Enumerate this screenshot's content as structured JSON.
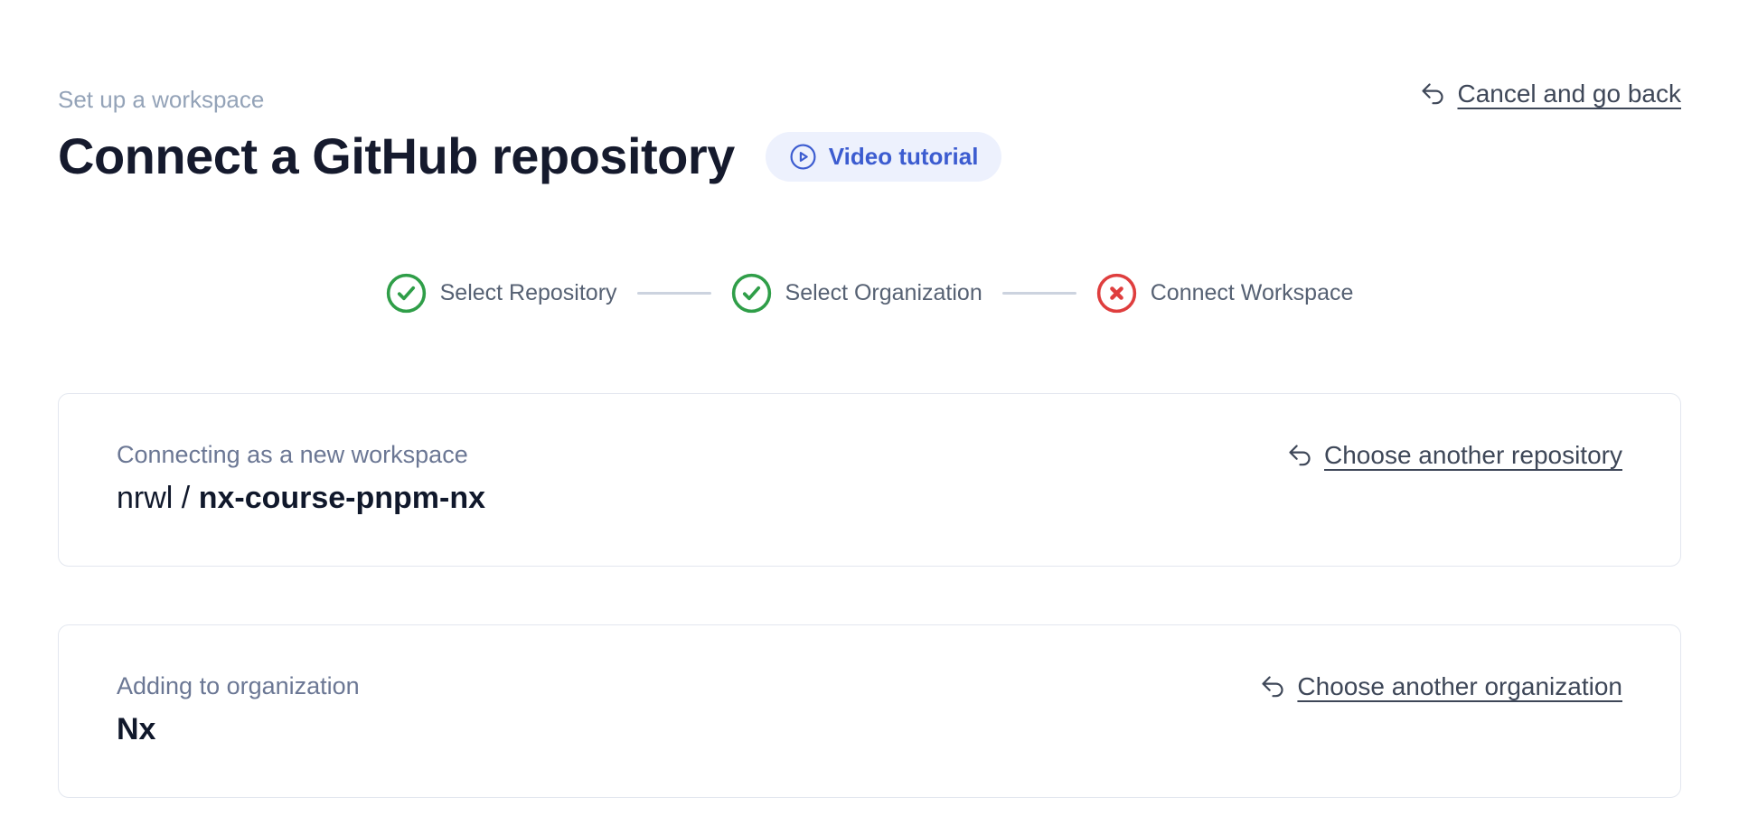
{
  "page": {
    "eyebrow": "Set up a workspace",
    "title": "Connect a GitHub repository",
    "video_tutorial_label": "Video tutorial",
    "cancel_link_label": "Cancel and go back"
  },
  "stepper": {
    "steps": [
      {
        "label": "Select Repository",
        "status": "complete"
      },
      {
        "label": "Select Organization",
        "status": "complete"
      },
      {
        "label": "Connect Workspace",
        "status": "error"
      }
    ]
  },
  "repository_card": {
    "label": "Connecting as a new workspace",
    "owner_prefix": "nrwl / ",
    "repo_name": "nx-course-pnpm-nx",
    "change_link_label": "Choose another repository"
  },
  "organization_card": {
    "label": "Adding to organization",
    "org_name": "Nx",
    "change_link_label": "Choose another organization"
  },
  "colors": {
    "accent_blue": "#3c5cd0",
    "pill_background": "#edf1fd",
    "success_green": "#2f9e48",
    "error_red": "#df3e3e",
    "link_text": "#3e4758",
    "muted_text": "#6b7794",
    "eyebrow_text": "#94a3b8",
    "connector_gray": "#ccd3df"
  },
  "icons": {
    "play_circle": "play-circle-icon",
    "undo_arrow": "arrow-uturn-left-icon",
    "check_circle": "check-circle-icon",
    "x_circle": "x-circle-icon"
  }
}
